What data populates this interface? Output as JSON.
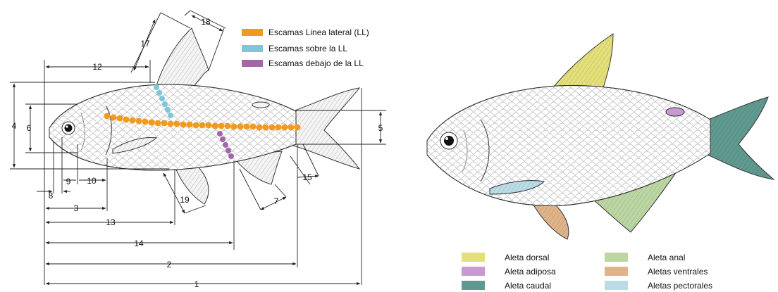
{
  "left_diagram": {
    "legend": [
      {
        "label": "Escamas Linea lateral (LL)",
        "color": "#f29a20"
      },
      {
        "label": "Escamas sobre la LL",
        "color": "#7cc7d8"
      },
      {
        "label": "Escamas debajo de la LL",
        "color": "#a566a8"
      }
    ],
    "measurements": {
      "m1": "1",
      "m2": "2",
      "m3": "3",
      "m4": "4",
      "m5": "5",
      "m6": "6",
      "m7": "7",
      "m8": "8",
      "m9": "9",
      "m10": "10",
      "m11": "12",
      "m12": "13",
      "m13": "14",
      "m14": "15",
      "m15": "17",
      "m16": "18",
      "m17": "19"
    }
  },
  "right_diagram": {
    "legend": [
      {
        "label": "Aleta dorsal",
        "color": "#e3e07a"
      },
      {
        "label": "Aleta adiposa",
        "color": "#c79ad0"
      },
      {
        "label": "Aleta caudal",
        "color": "#5f9a90"
      },
      {
        "label": "Aleta anal",
        "color": "#bcd6a3"
      },
      {
        "label": "Aletas ventrales",
        "color": "#dfb488"
      },
      {
        "label": "Aletas pectorales",
        "color": "#b9dce6"
      }
    ]
  }
}
